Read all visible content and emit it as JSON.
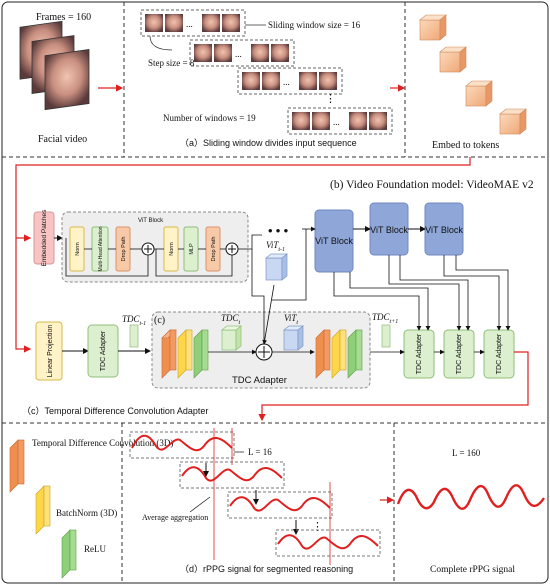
{
  "colors": {
    "red": "#e02020",
    "vit_blue": "#8fa6d8",
    "tdc_green": "#dcefcf",
    "orange": "#ef8f4f",
    "yellow": "#ffd64a",
    "green": "#8fcf7a",
    "pink": "#f7c3c3",
    "cream": "#fff3c7",
    "token": "#f6c49a"
  },
  "top": {
    "frames_label": "Frames = 160",
    "facial_video_label": "Facial video",
    "sliding_window_label": "Sliding window size = 16",
    "step_size_label": "Step size = 8",
    "num_windows_label": "Number of windows = 19",
    "caption_a": "（a）Sliding window divides input sequence",
    "embed_label": "Embed to tokens",
    "ellipsis": "...",
    "vdots": "⋮"
  },
  "middle": {
    "title_b": "(b) Video Foundation model: VideoMAE v2",
    "embedded_patches": "Embedded Patches",
    "vit_block_small": "ViT Block",
    "norm1": "Norm",
    "mha": "Multi-Head Attention",
    "drop_path1": "Drop Path",
    "norm2": "Norm",
    "mlp": "MLP",
    "drop_path2": "Drop Path",
    "dots": "• • •",
    "vit_block_1": "ViT Block",
    "vit_block_2": "ViT Block",
    "vit_block_3": "ViT Block",
    "vit_t_minus_1": "ViT",
    "vit_t_minus_1_sub": "t-1",
    "linear_projection": "Linear Projection",
    "tdc_adapter_1": "TDC Adapter",
    "tdc_t_minus_1": "TDC",
    "tdc_t_minus_1_sub": "t-1",
    "label_c": "(c)",
    "tdc_t": "TDC",
    "tdc_t_sub": "t",
    "vit_t": "ViT",
    "vit_t_sub": "t",
    "tdc_adapter_center": "TDC Adapter",
    "tdc_t_plus_1": "TDC",
    "tdc_t_plus_1_sub": "t+1",
    "tdc_adapter_r1": "TDC Adapter",
    "tdc_adapter_r2": "TDC Adapter",
    "tdc_adapter_r3": "TDC Adapter",
    "caption_c": "（c）Temporal Difference Convolution Adapter"
  },
  "bottom": {
    "legend_tdc": "Temporal Difference Convolution (3D)",
    "legend_bn": "BatchNorm (3D)",
    "legend_relu": "ReLU",
    "l16": "L = 16",
    "avg_agg": "Average aggregation",
    "caption_d": "（d）rPPG signal for segmented reasoning",
    "l160": "L = 160",
    "complete_label": "Complete rPPG signal",
    "vdots": "⋮"
  }
}
